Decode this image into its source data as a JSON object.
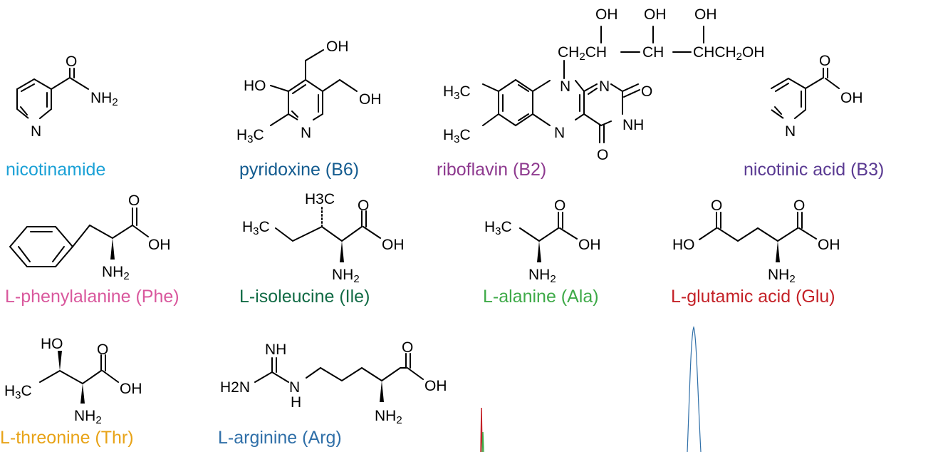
{
  "molecules": [
    {
      "id": "nicotinamide",
      "name": "nicotinamide",
      "color": "#1ba1d6",
      "atoms": {
        "O": "O",
        "N": "N",
        "NH2": "NH",
        "NH2_sub": "2"
      }
    },
    {
      "id": "pyridoxine",
      "name": "pyridoxine (B6)",
      "color": "#135b8f",
      "atoms": {
        "OH_top": "OH",
        "HO": "HO",
        "OH_right": "OH",
        "H3C": "H",
        "H3C_sub": "3",
        "H3C_c": "C",
        "N": "N"
      }
    },
    {
      "id": "riboflavin",
      "name": "riboflavin (B2)",
      "color": "#8e3a8f",
      "atoms": {
        "OH1": "OH",
        "OH2": "OH",
        "OH3": "OH",
        "CH2": "CH",
        "CH2_sub": "2",
        "CH_a": "CH",
        "CH_b": "CH",
        "CHCH2OH_a": "CHCH",
        "CHCH2OH_sub": "2",
        "CHCH2OH_b": "OH",
        "N10": "N",
        "N1": "N",
        "O2": "O",
        "NH": "NH",
        "N5": "N",
        "O4": "O",
        "H3C_1": "H",
        "H3C_1_sub": "3",
        "H3C_1_c": "C",
        "H3C_2": "H",
        "H3C_2_sub": "3",
        "H3C_2_c": "C"
      }
    },
    {
      "id": "nicotinic",
      "name": "nicotinic acid (B3)",
      "color": "#5a3a92",
      "atoms": {
        "O": "O",
        "OH": "OH",
        "N": "N"
      }
    },
    {
      "id": "phe",
      "name": "L-phenylalanine (Phe)",
      "color": "#d9589d",
      "atoms": {
        "O": "O",
        "OH": "OH",
        "NH2": "NH",
        "NH2_sub": "2"
      }
    },
    {
      "id": "ile",
      "name": "L-isoleucine (Ile)",
      "color": "#116b45",
      "atoms": {
        "H3C_top": "H3C",
        "H3C_left": "H",
        "H3C_left_sub": "3",
        "H3C_left_c": "C",
        "O": "O",
        "OH": "OH",
        "NH2": "NH",
        "NH2_sub": "2"
      }
    },
    {
      "id": "ala",
      "name": "L-alanine (Ala)",
      "color": "#3eaa48",
      "atoms": {
        "H3C": "H",
        "H3C_sub": "3",
        "H3C_c": "C",
        "O": "O",
        "OH": "OH",
        "NH2": "NH",
        "NH2_sub": "2"
      }
    },
    {
      "id": "glu",
      "name": "L-glutamic acid (Glu)",
      "color": "#c42127",
      "atoms": {
        "O1": "O",
        "HO": "HO",
        "O2": "O",
        "OH": "OH",
        "NH2": "NH",
        "NH2_sub": "2"
      }
    },
    {
      "id": "thr",
      "name": "L-threonine (Thr)",
      "color": "#e8a317",
      "atoms": {
        "HO": "HO",
        "H3C": "H",
        "H3C_sub": "3",
        "H3C_c": "C",
        "O": "O",
        "OH": "OH",
        "NH2": "NH",
        "NH2_sub": "2"
      }
    },
    {
      "id": "arg",
      "name": "L-arginine (Arg)",
      "color": "#2f6fa8",
      "atoms": {
        "NH_top": "NH",
        "H2N": "H2N",
        "N": "N",
        "H": "H",
        "O": "O",
        "OH": "OH",
        "NH2": "NH",
        "NH2_sub": "2"
      }
    }
  ],
  "spectrum": {
    "colors": {
      "blue": "#2f6fa8",
      "red": "#c42127",
      "green": "#3eaa48"
    }
  }
}
